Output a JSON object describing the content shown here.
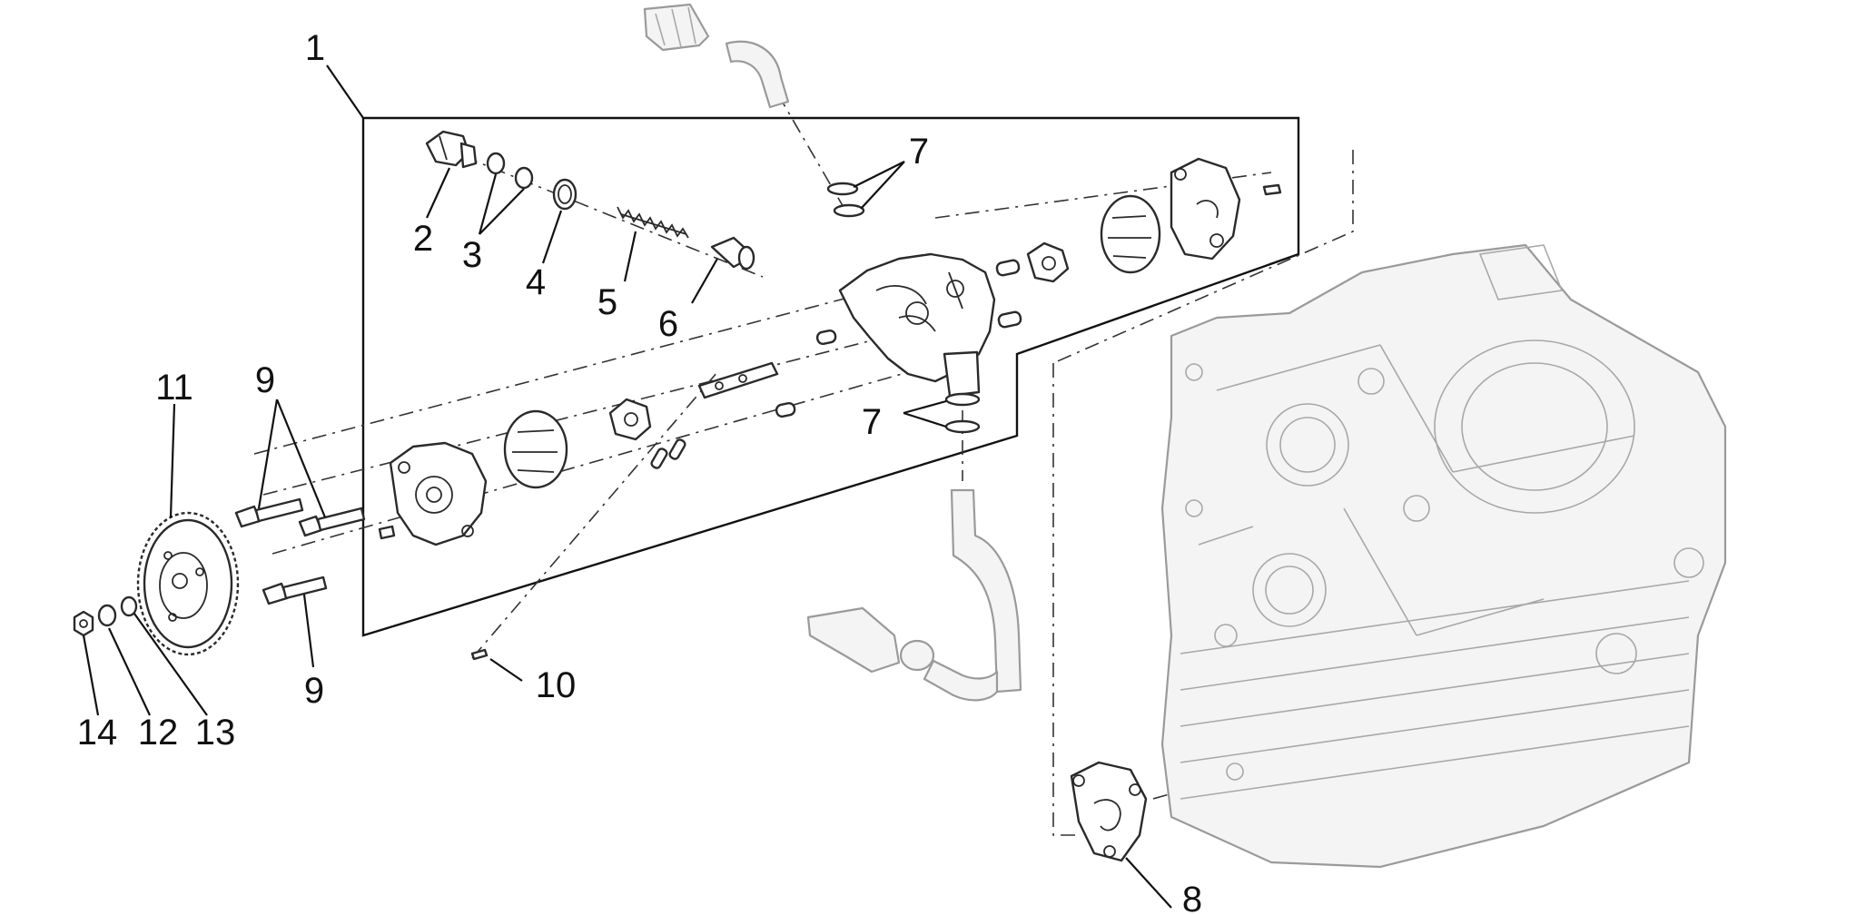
{
  "callouts": {
    "c1": "1",
    "c2": "2",
    "c3": "3",
    "c4": "4",
    "c5": "5",
    "c6": "6",
    "c7a": "7",
    "c7b": "7",
    "c8": "8",
    "c9a": "9",
    "c9b": "9",
    "c10": "10",
    "c11": "11",
    "c12": "12",
    "c13": "13",
    "c14": "14"
  },
  "colors": {
    "line": "#2a2a2a",
    "ghost": "#9a9a9a",
    "background": "#ffffff"
  }
}
